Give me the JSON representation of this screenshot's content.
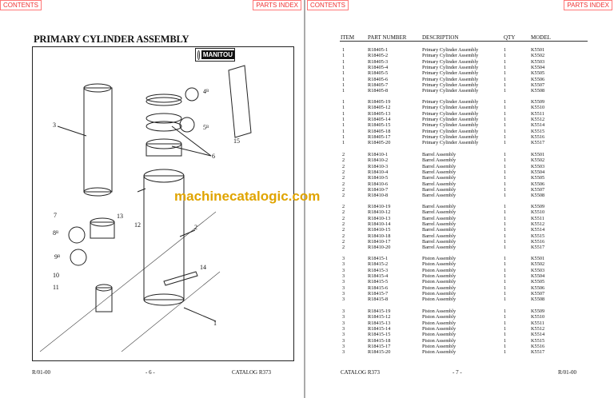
{
  "nav": {
    "contents": "CONTENTS",
    "parts_index": "PARTS INDEX"
  },
  "left_page": {
    "title": "PRIMARY CYLINDER ASSEMBLY",
    "logo": "MANITOU",
    "callouts": [
      "1",
      "2",
      "3",
      "4ᴮ",
      "5ᴮ",
      "6",
      "7",
      "8ᴮ",
      "9ᴮ",
      "10",
      "11",
      "12",
      "13",
      "14",
      "15"
    ],
    "footer": {
      "revision": "R/01-00",
      "page": "- 6 -",
      "catalog": "CATALOG R373"
    }
  },
  "right_page": {
    "headers": {
      "item": "ITEM",
      "part": "PART NUMBER",
      "desc": "DESCRIPTION",
      "qty": "QTY",
      "model": "MODEL"
    },
    "groups": [
      {
        "rows": [
          [
            "1",
            "R18405-1",
            "Primary Cylinder Assembly",
            "1",
            "K5501"
          ],
          [
            "1",
            "R18405-2",
            "Primary Cylinder Assembly",
            "1",
            "K5502"
          ],
          [
            "1",
            "R18405-3",
            "Primary Cylinder Assembly",
            "1",
            "K5503"
          ],
          [
            "1",
            "R18405-4",
            "Primary Cylinder Assembly",
            "1",
            "K5504"
          ],
          [
            "1",
            "R18405-5",
            "Primary Cylinder Assembly",
            "1",
            "K5505"
          ],
          [
            "1",
            "R18405-6",
            "Primary Cylinder Assembly",
            "1",
            "K5506"
          ],
          [
            "1",
            "R18405-7",
            "Primary Cylinder Assembly",
            "1",
            "K5507"
          ],
          [
            "1",
            "R18405-8",
            "Primary Cylinder Assembly",
            "1",
            "K5508"
          ]
        ]
      },
      {
        "rows": [
          [
            "1",
            "R18405-19",
            "Primary Cylinder Assembly",
            "1",
            "K5509"
          ],
          [
            "1",
            "R18405-12",
            "Primary Cylinder Assembly",
            "1",
            "K5510"
          ],
          [
            "1",
            "R18405-13",
            "Primary Cylinder Assembly",
            "1",
            "K5511"
          ],
          [
            "1",
            "R18405-14",
            "Primary Cylinder Assembly",
            "1",
            "K5512"
          ],
          [
            "1",
            "R18405-15",
            "Primary Cylinder Assembly",
            "1",
            "K5514"
          ],
          [
            "1",
            "R18405-18",
            "Primary Cylinder Assembly",
            "1",
            "K5515"
          ],
          [
            "1",
            "R18405-17",
            "Primary Cylinder Assembly",
            "1",
            "K5516"
          ],
          [
            "1",
            "R18405-20",
            "Primary Cylinder Assembly",
            "1",
            "K5517"
          ]
        ]
      },
      {
        "rows": [
          [
            "2",
            "R18410-1",
            "Barrel Assembly",
            "1",
            "K5501"
          ],
          [
            "2",
            "R18410-2",
            "Barrel Assembly",
            "1",
            "K5502"
          ],
          [
            "2",
            "R18410-3",
            "Barrel Assembly",
            "1",
            "K5503"
          ],
          [
            "2",
            "R18410-4",
            "Barrel Assembly",
            "1",
            "K5504"
          ],
          [
            "2",
            "R18410-5",
            "Barrel Assembly",
            "1",
            "K5505"
          ],
          [
            "2",
            "R18410-6",
            "Barrel Assembly",
            "1",
            "K5506"
          ],
          [
            "2",
            "R18410-7",
            "Barrel Assembly",
            "1",
            "K5507"
          ],
          [
            "2",
            "R18410-8",
            "Barrel Assembly",
            "1",
            "K5508"
          ]
        ]
      },
      {
        "rows": [
          [
            "2",
            "R18410-19",
            "Barrel Assembly",
            "1",
            "K5509"
          ],
          [
            "2",
            "R18410-12",
            "Barrel Assembly",
            "1",
            "K5510"
          ],
          [
            "2",
            "R18410-13",
            "Barrel Assembly",
            "1",
            "K5511"
          ],
          [
            "2",
            "R18410-14",
            "Barrel Assembly",
            "1",
            "K5512"
          ],
          [
            "2",
            "R18410-15",
            "Barrel Assembly",
            "1",
            "K5514"
          ],
          [
            "2",
            "R18410-18",
            "Barrel Assembly",
            "1",
            "K5515"
          ],
          [
            "2",
            "R18410-17",
            "Barrel Assembly",
            "1",
            "K5516"
          ],
          [
            "2",
            "R18410-20",
            "Barrel Assembly",
            "1",
            "K5517"
          ]
        ]
      },
      {
        "rows": [
          [
            "3",
            "R18415-1",
            "Piston Assembly",
            "1",
            "K5501"
          ],
          [
            "3",
            "R18415-2",
            "Piston Assembly",
            "1",
            "K5502"
          ],
          [
            "3",
            "R18415-3",
            "Piston Assembly",
            "1",
            "K5503"
          ],
          [
            "3",
            "R18415-4",
            "Piston Assembly",
            "1",
            "K5504"
          ],
          [
            "3",
            "R18415-5",
            "Piston Assembly",
            "1",
            "K5505"
          ],
          [
            "3",
            "R18415-6",
            "Piston Assembly",
            "1",
            "K5506"
          ],
          [
            "3",
            "R18415-7",
            "Piston Assembly",
            "1",
            "K5507"
          ],
          [
            "3",
            "R18415-8",
            "Piston Assembly",
            "1",
            "K5508"
          ]
        ]
      },
      {
        "rows": [
          [
            "3",
            "R18415-19",
            "Piston Assembly",
            "1",
            "K5509"
          ],
          [
            "3",
            "R18415-12",
            "Piston Assembly",
            "1",
            "K5510"
          ],
          [
            "3",
            "R18415-13",
            "Piston Assembly",
            "1",
            "K5511"
          ],
          [
            "3",
            "R18415-14",
            "Piston Assembly",
            "1",
            "K5512"
          ],
          [
            "3",
            "R18415-15",
            "Piston Assembly",
            "1",
            "K5514"
          ],
          [
            "3",
            "R18415-18",
            "Piston Assembly",
            "1",
            "K5515"
          ],
          [
            "3",
            "R18415-17",
            "Piston Assembly",
            "1",
            "K5516"
          ],
          [
            "3",
            "R18415-20",
            "Piston Assembly",
            "1",
            "K5517"
          ]
        ]
      }
    ],
    "footer": {
      "catalog": "CATALOG R373",
      "page": "- 7 -",
      "revision": "R/01-00"
    }
  },
  "watermark": "machinecatalogic.com"
}
